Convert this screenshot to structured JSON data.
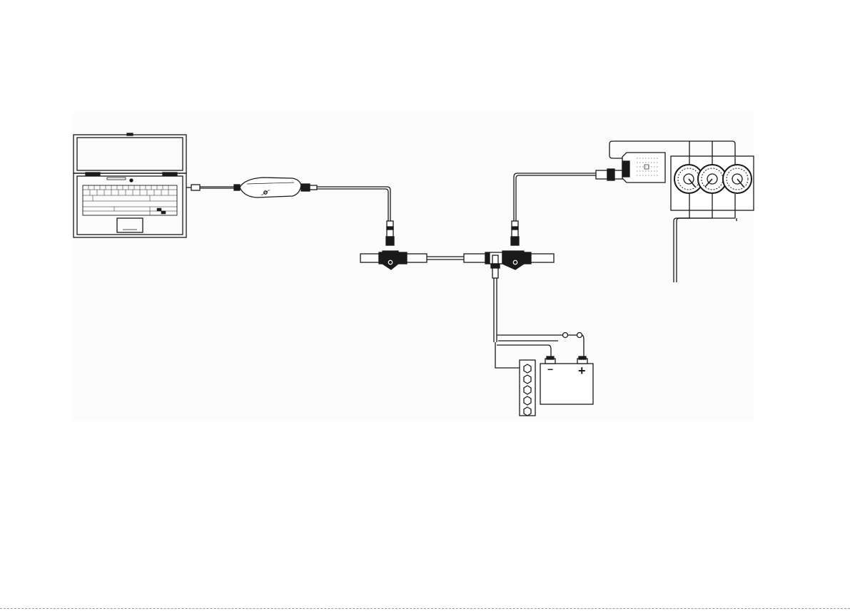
{
  "diagram": {
    "colors": {
      "line": "#1a1a1a",
      "background": "#ffffff",
      "panel": "#fbfbfb"
    },
    "components": [
      {
        "name": "laptop",
        "icon": "laptop-icon"
      },
      {
        "name": "usb-gateway",
        "icon": "usb-interface-icon"
      },
      {
        "name": "backbone-tee-left",
        "icon": "tee-connector-icon"
      },
      {
        "name": "backbone-tee-right",
        "icon": "tee-connector-icon"
      },
      {
        "name": "power-tap",
        "icon": "power-tap-icon"
      },
      {
        "name": "fuse-block",
        "icon": "fuse-block-icon"
      },
      {
        "name": "battery",
        "icon": "battery-icon"
      },
      {
        "name": "engine-interface",
        "icon": "engine-interface-icon"
      },
      {
        "name": "engine-gauges",
        "icon": "gauge-icon"
      }
    ],
    "battery": {
      "negative_symbol": "−",
      "positive_symbol": "+"
    }
  }
}
